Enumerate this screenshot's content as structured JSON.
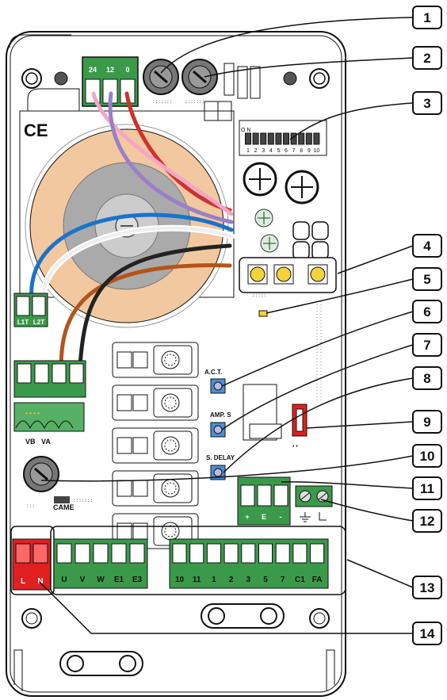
{
  "board": {
    "logo": "CE",
    "brand": "CAME",
    "top_terminal_labels": [
      "24",
      "12",
      "0"
    ],
    "transformer_terminal_labels": [
      "L1T",
      "L2T"
    ],
    "battery_labels": [
      "VB",
      "VA"
    ],
    "dip_switch_numbers": [
      "1",
      "2",
      "3",
      "4",
      "5",
      "6",
      "7",
      "8",
      "9",
      "10"
    ],
    "dip_switch_on": "O N",
    "trimmers": [
      "A.C.T.",
      "AMP. S",
      "S. DELAY"
    ],
    "encoder_labels": [
      "+",
      "E",
      "-"
    ],
    "power_labels": [
      "L",
      "N"
    ],
    "motor_labels": [
      "U",
      "V",
      "W",
      "E1",
      "E3"
    ],
    "control_labels": [
      "10",
      "11",
      "1",
      "2",
      "3",
      "5",
      "7",
      "C1",
      "FA"
    ]
  },
  "callouts": [
    "1",
    "2",
    "3",
    "4",
    "5",
    "6",
    "7",
    "8",
    "9",
    "10",
    "11",
    "12",
    "13",
    "14"
  ],
  "colors": {
    "terminal_green": "#3a9a4a",
    "power_red": "#e0201e",
    "transformer_ring": "#f2c8a0",
    "wire_red": "#d0312d",
    "wire_pink": "#f4a6c8",
    "wire_violet": "#9b7fc8",
    "wire_blue": "#1a73c9",
    "wire_brown": "#b5531b",
    "wire_black": "#222222",
    "button_yellow": "#f3d23a",
    "trimmer_blue": "#4a8fd8"
  }
}
